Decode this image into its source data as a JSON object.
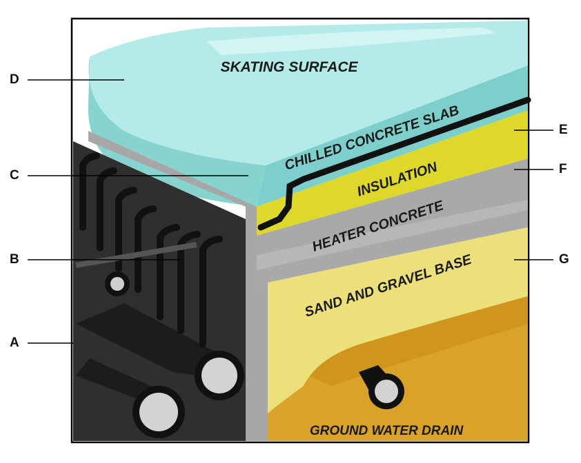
{
  "diagram": {
    "layers": {
      "skating_surface": "SKATING SURFACE",
      "chilled_slab": "CHILLED CONCRETE SLAB",
      "insulation": "INSULATION",
      "heater_concrete": "HEATER CONCRETE",
      "sand_gravel": "SAND AND GRAVEL BASE",
      "drain": "GROUND WATER DRAIN"
    },
    "callouts": {
      "a": "A",
      "b": "B",
      "c": "C",
      "d": "D",
      "e": "E",
      "f": "F",
      "g": "G"
    },
    "colors": {
      "ice": "#a9e6e3",
      "ice_edge": "#86d3cf",
      "insulation": "#ddd82a",
      "heater_concrete": "#a9a9a9",
      "sand_gravel": "#ebe07a",
      "ground": "#d9a327",
      "pipe_block": "#2f2f2f",
      "pipe_grey": "#cfcfcf",
      "frame": "#000000"
    }
  }
}
